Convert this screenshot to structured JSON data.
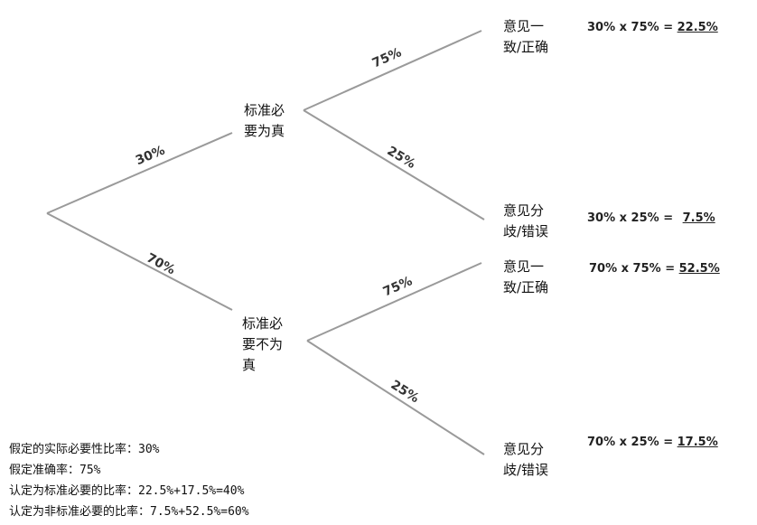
{
  "branch_labels": {
    "top": "30%",
    "bottom": "70%",
    "top_upper": "75%",
    "top_lower": "25%",
    "bottom_upper": "75%",
    "bottom_lower": "25%"
  },
  "nodes": {
    "standard_true": "标准必要为真",
    "standard_false": "标准必要不为真"
  },
  "leaves": {
    "leaf1": "意见一致/正确",
    "leaf2": "意见分歧/错误",
    "leaf3": "意见一致/正确",
    "leaf4": "意见分歧/错误"
  },
  "calculations": [
    {
      "expr": "30% x 75% = ",
      "result": "22.5%"
    },
    {
      "expr": "30% x 25% = ",
      "result": "7.5%"
    },
    {
      "expr": "70% x 75% = ",
      "result": "52.5%"
    },
    {
      "expr": "70% x 25% = ",
      "result": "17.5%"
    }
  ],
  "notes": [
    "假定的实际必要性比率：30%",
    "假定准确率：75%",
    "认定为标准必要的比率：22.5%+17.5%=40%",
    "认定为非标准必要的比率：7.5%+52.5%=60%"
  ]
}
